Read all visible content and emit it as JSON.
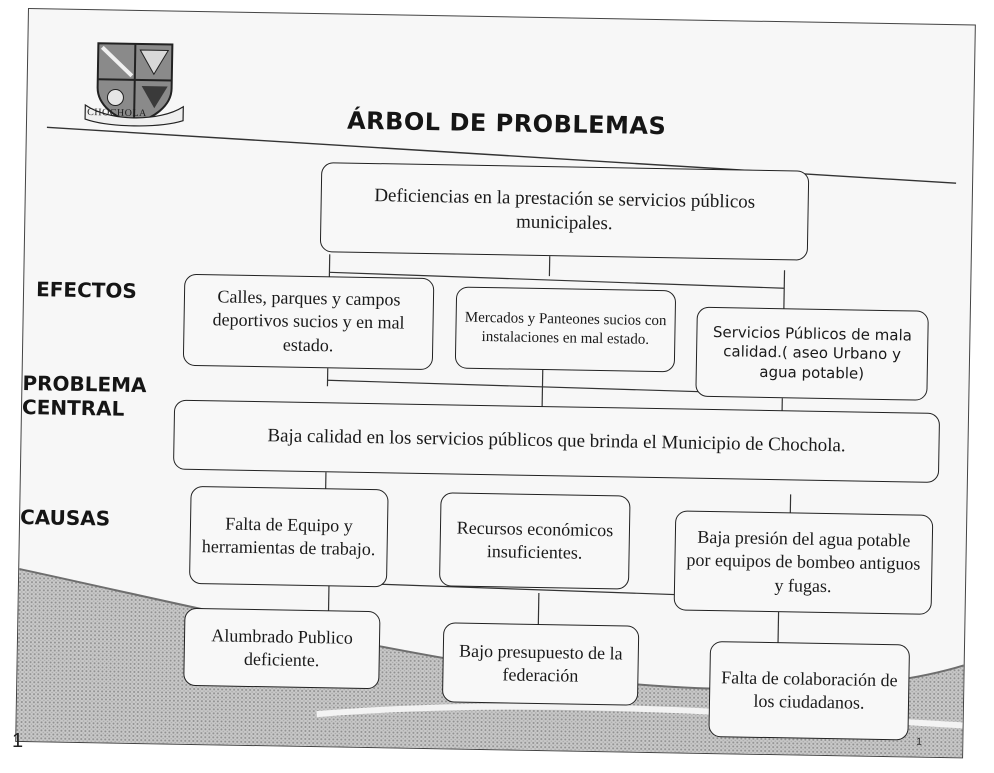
{
  "slide": {
    "title": "ÁRBOL DE PROBLEMAS",
    "logo_text": "CHOCHOLA",
    "slide_number": "1"
  },
  "page_number": "1",
  "sections": {
    "efectos": "EFECTOS",
    "problema": "PROBLEMA\nCENTRAL",
    "causas": "CAUSAS"
  },
  "top_effect": "Deficiencias en la prestación se servicios públicos municipales.",
  "effects": [
    "Calles, parques y campos deportivos sucios y en mal estado.",
    "Mercados y Panteones sucios con instalaciones en mal estado.",
    "Servicios Públicos de mala calidad.( aseo Urbano y agua potable)"
  ],
  "central_problem": "Baja calidad en los servicios públicos que brinda el Municipio de Chochola.",
  "causes": [
    "Falta de Equipo y herramientas de trabajo.",
    "Recursos económicos insuficientes.",
    "Baja presión del agua potable por equipos de bombeo antiguos y fugas."
  ],
  "root_causes": [
    "Alumbrado Publico deficiente.",
    "Bajo presupuesto de la federación",
    "Falta de colaboración de los ciudadanos."
  ]
}
